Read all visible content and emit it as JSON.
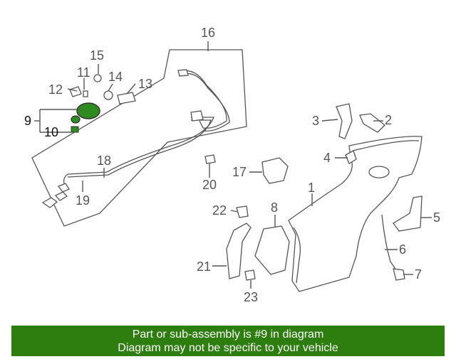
{
  "callouts": [
    {
      "id": "c1",
      "text": "1"
    },
    {
      "id": "c2",
      "text": "2"
    },
    {
      "id": "c3",
      "text": "3"
    },
    {
      "id": "c4",
      "text": "4"
    },
    {
      "id": "c5",
      "text": "5"
    },
    {
      "id": "c6",
      "text": "6"
    },
    {
      "id": "c7",
      "text": "7"
    },
    {
      "id": "c8",
      "text": "8"
    },
    {
      "id": "c9",
      "text": "9"
    },
    {
      "id": "c10",
      "text": "10"
    },
    {
      "id": "c11",
      "text": "11"
    },
    {
      "id": "c12",
      "text": "12"
    },
    {
      "id": "c13",
      "text": "13"
    },
    {
      "id": "c14",
      "text": "14"
    },
    {
      "id": "c15",
      "text": "15"
    },
    {
      "id": "c16",
      "text": "16"
    },
    {
      "id": "c17",
      "text": "17"
    },
    {
      "id": "c18",
      "text": "18"
    },
    {
      "id": "c19",
      "text": "19"
    },
    {
      "id": "c20",
      "text": "20"
    },
    {
      "id": "c21",
      "text": "21"
    },
    {
      "id": "c22",
      "text": "22"
    },
    {
      "id": "c23",
      "text": "23"
    }
  ],
  "banner": {
    "line1": "Part or sub-assembly is #9 in diagram",
    "line2": "Diagram may not be specific to your vehicle"
  },
  "colors": {
    "banner": "#2d7d0f",
    "highlight_part": "#2e8b1f",
    "line": "#555555"
  }
}
